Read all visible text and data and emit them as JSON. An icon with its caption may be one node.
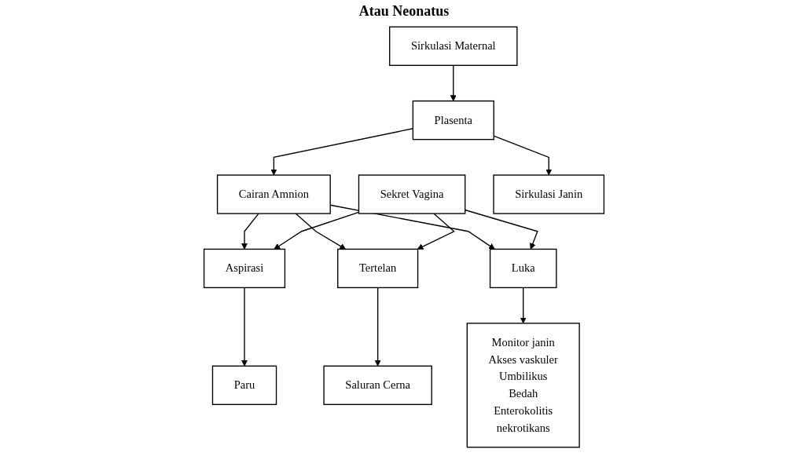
{
  "diagram": {
    "title": "Atau Neonatus",
    "nodes": [
      {
        "text": [
          "Sirkulasi Maternal"
        ]
      },
      {
        "text": [
          "Plasenta"
        ]
      },
      {
        "text": [
          "Cairan Amnion"
        ]
      },
      {
        "text": [
          "Sekret Vagina"
        ]
      },
      {
        "text": [
          "Sirkulasi Janin"
        ]
      },
      {
        "text": [
          "Aspirasi"
        ]
      },
      {
        "text": [
          "Tertelan"
        ]
      },
      {
        "text": [
          "Luka"
        ]
      },
      {
        "text": [
          "Paru"
        ]
      },
      {
        "text": [
          "Saluran Cerna"
        ]
      },
      {
        "text": [
          "Monitor janin",
          "Akses vaskuler",
          "Umbilikus",
          "Bedah",
          "Enterokolitis",
          "nekrotikans"
        ]
      }
    ],
    "edges": [
      {
        "from": 0,
        "to": 1,
        "arrow": "to"
      },
      {
        "from": 1,
        "to": 2,
        "arrow": "to"
      },
      {
        "from": 1,
        "to": 4,
        "arrow": "to"
      },
      {
        "from": 2,
        "to": 5,
        "arrow": "to"
      },
      {
        "from": 2,
        "to": 6,
        "arrow": "to"
      },
      {
        "from": 2,
        "to": 7,
        "arrow": "to"
      },
      {
        "from": 3,
        "to": 5,
        "arrow": "to"
      },
      {
        "from": 3,
        "to": 6,
        "arrow": "to"
      },
      {
        "from": 3,
        "to": 7,
        "arrow": "to"
      },
      {
        "from": 5,
        "to": 8,
        "arrow": "to"
      },
      {
        "from": 6,
        "to": 9,
        "arrow": "to"
      },
      {
        "from": 7,
        "to": 10,
        "arrow": "to"
      }
    ]
  }
}
